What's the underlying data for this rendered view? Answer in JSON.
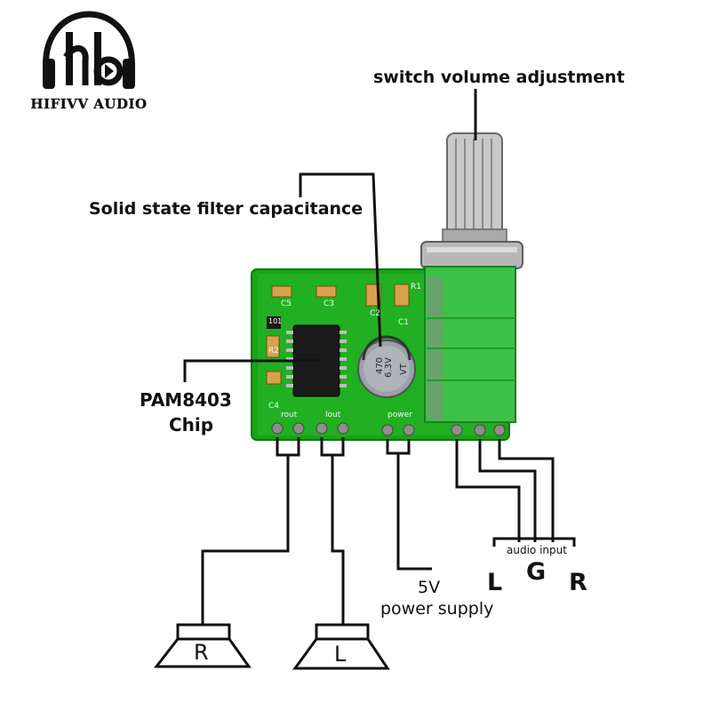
{
  "brand": {
    "logo_text": "HIFIVV AUDIO"
  },
  "labels": {
    "switch_volume": "switch volume adjustment",
    "capacitor": "Solid state filter capacitance",
    "chip_line1": "PAM8403",
    "chip_line2": "Chip",
    "power_line1": "5V",
    "power_line2": "power supply",
    "audio_input": "audio input",
    "input_l": "L",
    "input_g": "G",
    "input_r": "R",
    "speaker_r": "R",
    "speaker_l": "L"
  },
  "board_silkscreen": {
    "cap_c5": "C5",
    "cap_c3": "C3",
    "cap_c2": "C2",
    "cap_c1": "C1",
    "cap_c4": "C4",
    "res_r1": "R1",
    "res_r2": "R2",
    "res_101": "101",
    "pin_rout": "rout",
    "pin_lout": "lout",
    "pin_power": "power",
    "capacitor_mark_1": "470",
    "capacitor_mark_2": "6.3V",
    "capacitor_mark_3": "VT"
  },
  "colors": {
    "pcb": "#1aa81a",
    "pcb_dark": "#0f7d12",
    "pot_green": "#3cc646",
    "line": "#111111"
  }
}
